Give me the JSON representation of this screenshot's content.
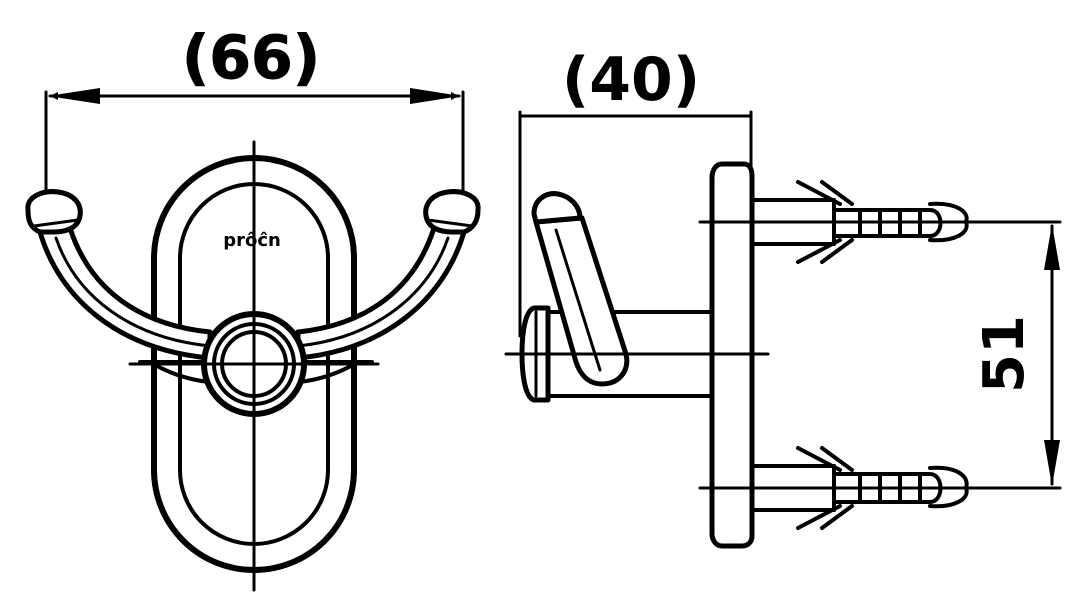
{
  "drawing": {
    "front_view": {
      "dimension_width": "(66)",
      "logo": "prôĉn"
    },
    "side_view": {
      "dimension_depth": "(40)",
      "dimension_anchor_spacing": "51"
    },
    "colors": {
      "stroke": "#000000",
      "background": "#ffffff"
    }
  }
}
